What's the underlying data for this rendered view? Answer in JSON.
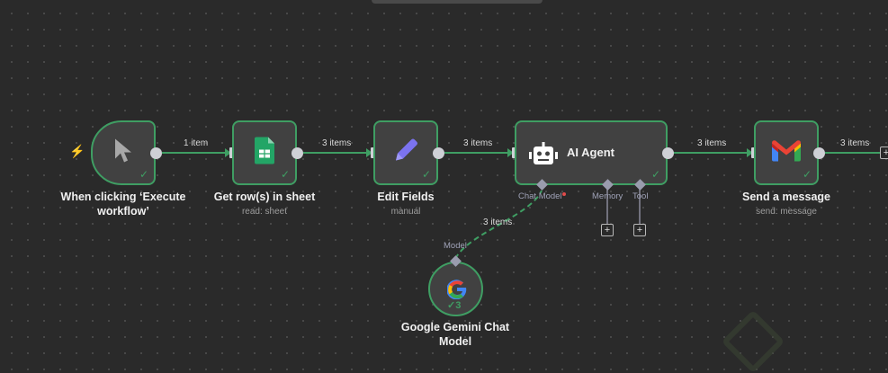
{
  "canvas": {
    "accent_color": "#3f9e63",
    "trigger_icon": "bolt-icon"
  },
  "nodes": {
    "trigger": {
      "title": "When clicking ‘Execute workflow’",
      "icon": "cursor-icon",
      "status": "success"
    },
    "sheets": {
      "title": "Get row(s) in sheet",
      "subtitle": "read: sheet",
      "icon": "google-sheets-icon",
      "status": "success"
    },
    "edit": {
      "title": "Edit Fields",
      "subtitle": "manual",
      "icon": "pencil-icon",
      "status": "success"
    },
    "agent": {
      "title": "AI Agent",
      "icon": "robot-icon",
      "status": "success",
      "ports": {
        "chat_model": "Chat Model",
        "memory": "Memory",
        "tool": "Tool"
      },
      "add_label": "+"
    },
    "gmail": {
      "title": "Send a message",
      "subtitle": "send: message",
      "icon": "gmail-icon",
      "status": "success"
    },
    "gemini": {
      "title": "Google Gemini Chat Model",
      "port": "Model",
      "icon": "google-g-icon",
      "run_count": "3"
    }
  },
  "edges": {
    "e1": "1 item",
    "e2": "3 items",
    "e3": "3 items",
    "e4": "3 items",
    "e5": "3 items",
    "e6": "3 items"
  },
  "add_node_label": "+"
}
